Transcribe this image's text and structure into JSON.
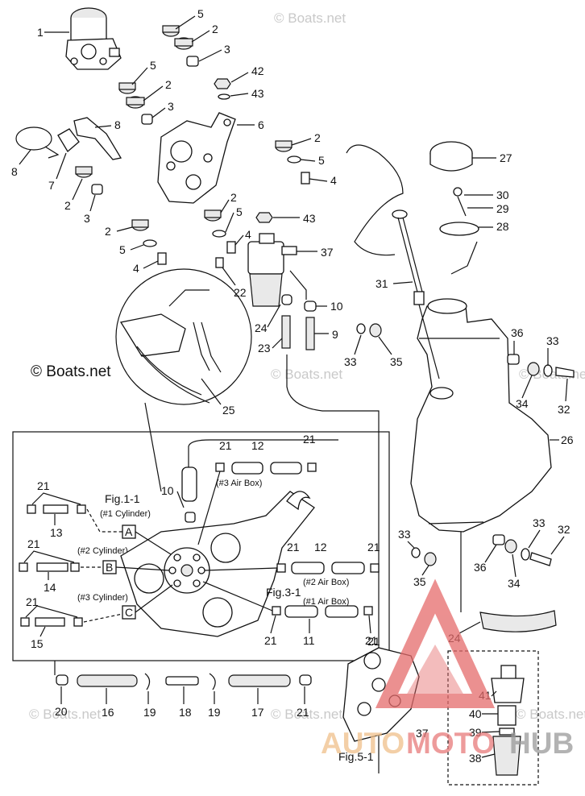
{
  "watermark": "© Boats.net",
  "watermark_main": "© Boats.net",
  "figures": {
    "fig1": "Fig.1-1",
    "fig3": "Fig.3-1",
    "fig5": "Fig.5-1"
  },
  "cylinder_labels": {
    "c1": "(#1 Cylinder)",
    "c2": "(#2 Cylinder)",
    "c3": "(#3 Cylinder)"
  },
  "airbox_labels": {
    "a3": "(#3 Air Box)",
    "a2": "(#2 Air Box)",
    "a1": "(#1 Air Box)"
  },
  "connection_letters": [
    "A",
    "B",
    "C"
  ],
  "callouts": {
    "n1": "1",
    "n2a": "2",
    "n2b": "2",
    "n2c": "2",
    "n2d": "2",
    "n2e": "2",
    "n2f": "2",
    "n3a": "3",
    "n3b": "3",
    "n3c": "3",
    "n4a": "4",
    "n4b": "4",
    "n4c": "4",
    "n5a": "5",
    "n5b": "5",
    "n5c": "5",
    "n5d": "5",
    "n5e": "5",
    "n6": "6",
    "n7": "7",
    "n8a": "8",
    "n8b": "8",
    "n9": "9",
    "n10a": "10",
    "n10b": "10",
    "n11": "11",
    "n12a": "12",
    "n12b": "12",
    "n13": "13",
    "n14": "14",
    "n15": "15",
    "n16": "16",
    "n17": "17",
    "n18": "18",
    "n19a": "19",
    "n19b": "19",
    "n20": "20",
    "n21a": "21",
    "n21b": "21",
    "n21c": "21",
    "n21d": "21",
    "n21e": "21",
    "n21f": "21",
    "n21g": "21",
    "n21h": "21",
    "n21i": "21",
    "n21j": "21",
    "n21k": "21",
    "n22": "22",
    "n23": "23",
    "n24a": "24",
    "n24b": "24",
    "n25": "25",
    "n26": "26",
    "n27": "27",
    "n28": "28",
    "n29": "29",
    "n30": "30",
    "n31": "31",
    "n32a": "32",
    "n32b": "32",
    "n33a": "33",
    "n33b": "33",
    "n33c": "33",
    "n33d": "33",
    "n34a": "34",
    "n34b": "34",
    "n35a": "35",
    "n35b": "35",
    "n36a": "36",
    "n36b": "36",
    "n37a": "37",
    "n37b": "37",
    "n38": "38",
    "n39": "39",
    "n40": "40",
    "n41": "41",
    "n42": "42",
    "n43a": "43",
    "n43b": "43"
  },
  "brand": {
    "part1": "AUTO",
    "part2": "MOTO",
    "part3": "HUB",
    "color_auto": "#f0c08a",
    "color_moto": "#e87a7a",
    "color_hub": "#9a9a9a",
    "logo_color": "#e56b6b"
  }
}
